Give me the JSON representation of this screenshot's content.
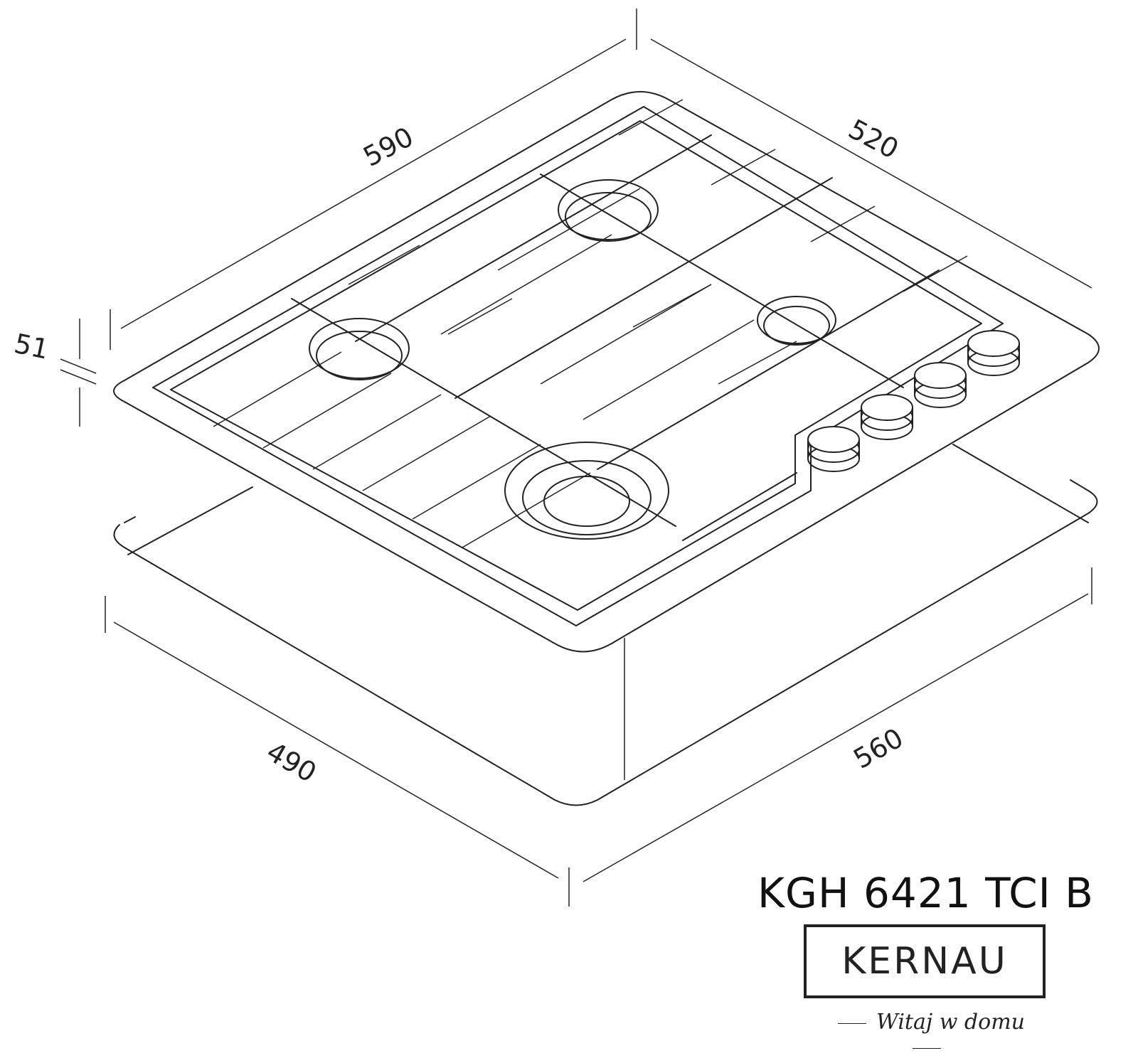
{
  "dimensions": {
    "width": "590",
    "depth": "520",
    "height": "51",
    "cutout_depth": "490",
    "cutout_width": "560"
  },
  "model": "KGH 6421 TCI B",
  "brand": "KERNAU",
  "tagline": "Witaj w domu"
}
